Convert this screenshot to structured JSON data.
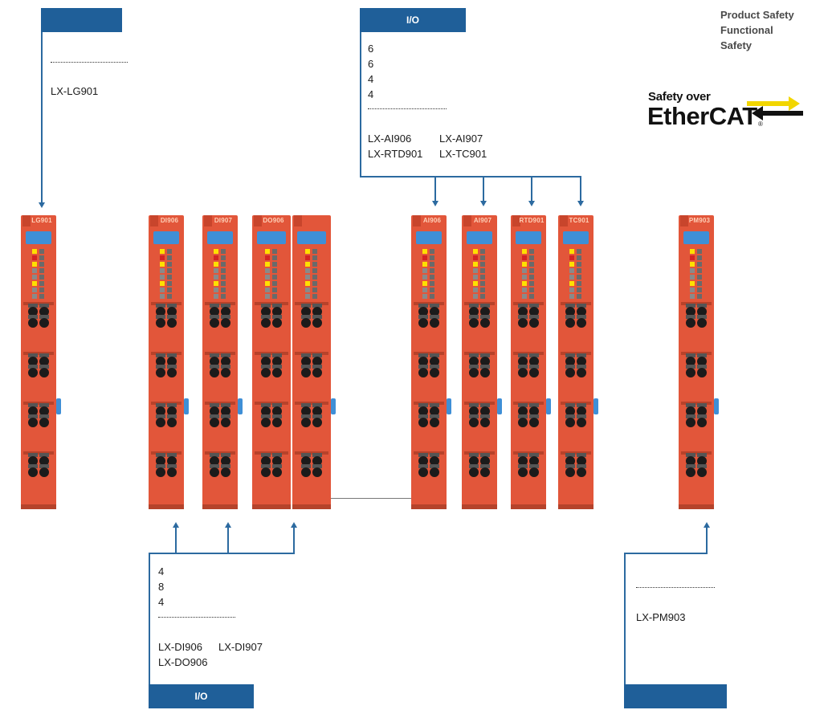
{
  "groups": {
    "logic": {
      "header": "",
      "models": [
        "LX-LG901"
      ]
    },
    "analog": {
      "header": "I/O",
      "counts": [
        "6",
        "6",
        "4",
        "4"
      ],
      "models_row1": [
        "LX-AI906",
        "LX-AI907"
      ],
      "models_row2": [
        "LX-RTD901",
        "LX-TC901"
      ]
    },
    "digital": {
      "header": "I/O",
      "counts": [
        "4",
        "8",
        "4"
      ],
      "models_row1": [
        "LX-DI906",
        "LX-DI907"
      ],
      "models_row2": [
        "LX-DO906"
      ]
    },
    "power": {
      "header": "",
      "models": [
        "LX-PM903"
      ]
    }
  },
  "safety_labels": [
    "Product Safety",
    "Functional",
    "Safety"
  ],
  "logo": {
    "line1": "Safety over",
    "line2": "EtherCAT",
    "reg": "®"
  },
  "modules": [
    {
      "label": "LG901"
    },
    {
      "label": "DI906"
    },
    {
      "label": "DI907"
    },
    {
      "label": "DO906"
    },
    {
      "label": "AI906"
    },
    {
      "label": "AI907"
    },
    {
      "label": "RTD901"
    },
    {
      "label": "TC901"
    },
    {
      "label": "PM903"
    }
  ],
  "colors": {
    "header_blue": "#1f5f99",
    "module_orange": "#e2563a",
    "terminal_black": "#1b1b1b",
    "latch_blue": "#3f8fd6"
  }
}
